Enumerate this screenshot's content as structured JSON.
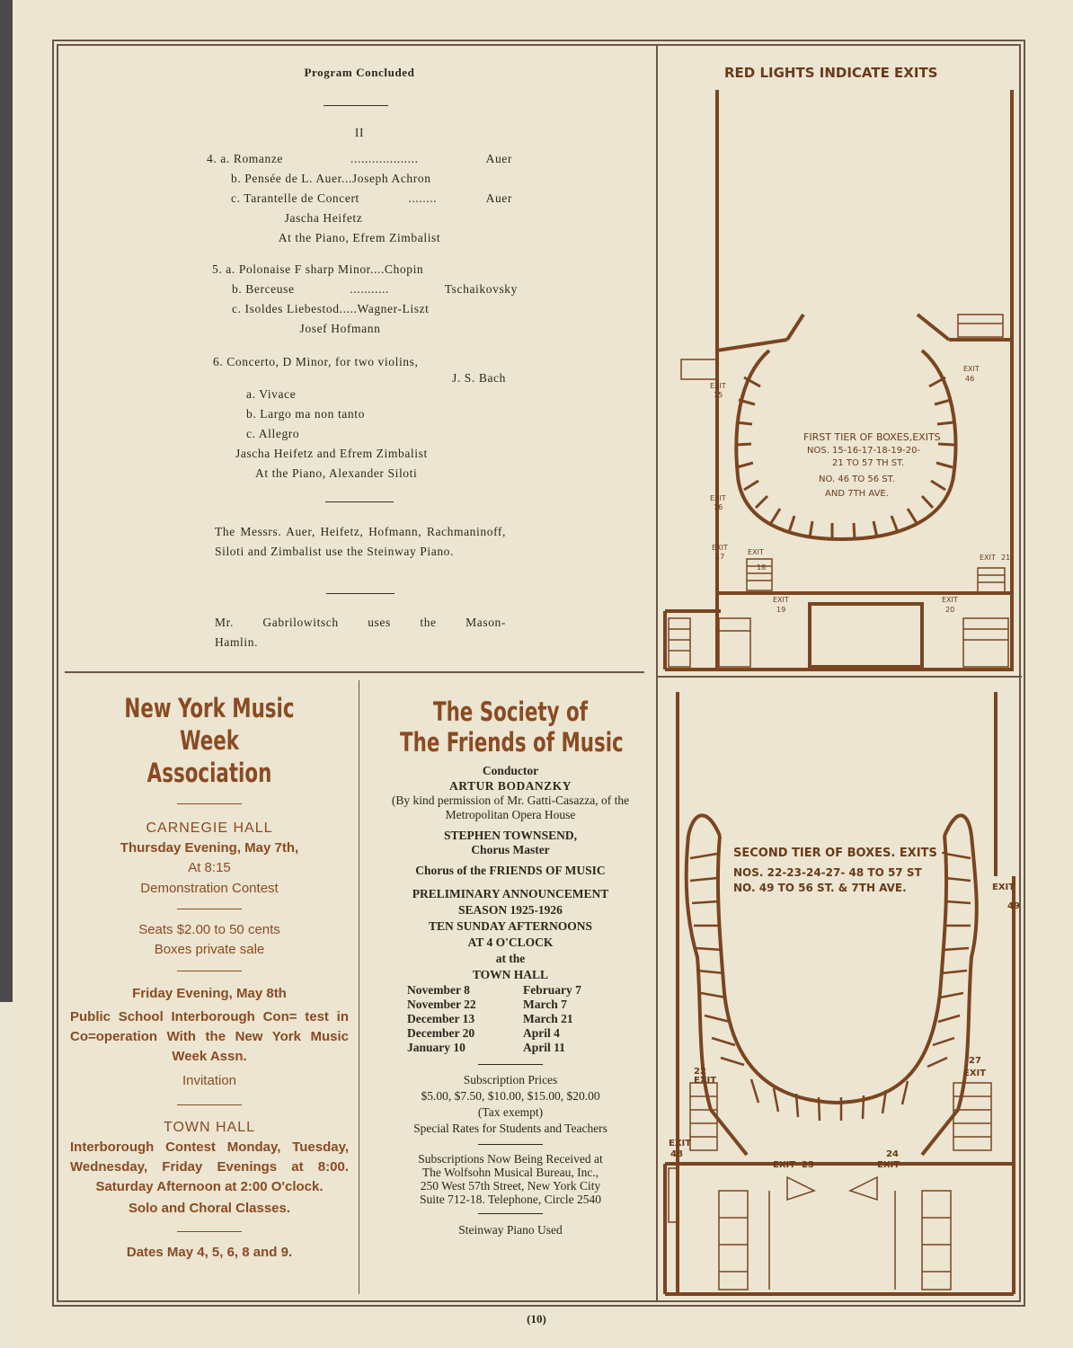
{
  "program": {
    "heading": "Program Concluded",
    "part": "II",
    "item4": {
      "a_left": "4. a. Romanze",
      "a_dots": "...................",
      "a_right": "Auer",
      "b": "b. Pensée de L. Auer...Joseph Achron",
      "c_left": "c. Tarantelle de Concert",
      "c_dots": "........",
      "c_right": "Auer",
      "performer": "Jascha Heifetz",
      "piano": "At the Piano, Efrem Zimbalist"
    },
    "item5": {
      "a": "5. a. Polonaise F sharp Minor....Chopin",
      "b_left": "b. Berceuse",
      "b_dots": "...........",
      "b_right": "Tschaikovsky",
      "c": "c. Isoldes Liebestod.....Wagner-Liszt",
      "performer": "Josef Hofmann"
    },
    "item6": {
      "title": "6. Concerto, D Minor, for two violins,",
      "composer": "J. S. Bach",
      "a": "a. Vivace",
      "b": "b. Largo ma non tanto",
      "c": "c. Allegro",
      "performers": "Jascha Heifetz and Efrem Zimbalist",
      "piano": "At the Piano, Alexander Siloti"
    },
    "note1": "The Messrs. Auer, Heifetz, Hofmann, Rachmaninoff, Siloti and Zimbalist use the Steinway Piano.",
    "note2": "Mr. Gabrilowitsch uses the Mason-Hamlin."
  },
  "music_week": {
    "title_line1": "New York Music Week",
    "title_line2": "Association",
    "venue1": "CARNEGIE HALL",
    "date1": "Thursday Evening, May 7th,",
    "time1": "At 8:15",
    "event1": "Demonstration Contest",
    "seats": "Seats $2.00 to 50 cents",
    "boxes": "Boxes private sale",
    "date2": "Friday Evening, May 8th",
    "event2": "Public School Interborough Con= test in Co=operation With the New York Music Week Assn.",
    "invitation": "Invitation",
    "venue2": "TOWN HALL",
    "event3": "Interborough Contest Monday, Tuesday, Wednesday, Friday Evenings at 8:00. Saturday Afternoon at 2:00 O'clock.",
    "classes": "Solo and Choral Classes.",
    "dates": "Dates May 4, 5, 6, 8 and 9."
  },
  "friends_of_music": {
    "title_line1": "The Society of",
    "title_line2": "The Friends of Music",
    "conductor_label": "Conductor",
    "conductor": "ARTUR BODANZKY",
    "permission": "(By kind permission of Mr. Gatti-Casazza, of the Metropolitan Opera House",
    "chorus_master": "STEPHEN TOWNSEND,",
    "chorus_master_title": "Chorus Master",
    "chorus": "Chorus of the FRIENDS OF MUSIC",
    "announce1": "PRELIMINARY ANNOUNCEMENT",
    "announce2": "SEASON 1925-1926",
    "announce3": "TEN SUNDAY AFTERNOONS",
    "announce4": "AT 4 O'CLOCK",
    "at_the": "at the",
    "venue": "TOWN HALL",
    "dates": [
      "November 8",
      "February 7",
      "November 22",
      "March 7",
      "December 13",
      "March 21",
      "December 20",
      "April 4",
      "January 10",
      "April 11"
    ],
    "prices_label": "Subscription Prices",
    "prices": "$5.00, $7.50, $10.00, $15.00, $20.00",
    "tax": "(Tax exempt)",
    "special": "Special Rates for Students and Teachers",
    "received": "Subscriptions Now Being Received at",
    "bureau": "The Wolfsohn Musical Bureau, Inc.,",
    "address": "250 West 57th Street, New York City",
    "suite": "Suite 712-18. Telephone, Circle 2540",
    "steinway": "Steinway Piano Used"
  },
  "plan1": {
    "header": "RED LIGHTS INDICATE EXITS",
    "tier_line1": "FIRST TIER OF BOXES,EXITS",
    "tier_line2": "NOS. 15-16-17-18-19-20-",
    "tier_line3": "21 TO 57 TH ST.",
    "tier_line4": "NO. 46 TO 56 ST.",
    "tier_line5": "AND 7TH AVE.",
    "exit_word": "EXIT",
    "exits": [
      "15",
      "16",
      "17",
      "18",
      "19",
      "20",
      "21",
      "46"
    ]
  },
  "plan2": {
    "tier_line1": "SECOND TIER OF BOXES. EXITS -",
    "tier_line2": "NOS. 22-23-24-27- 48 TO 57 ST",
    "tier_line3": "NO. 49 TO 56 ST. & 7TH AVE.",
    "exit_word": "EXIT",
    "exits": [
      "22",
      "23",
      "24",
      "27",
      "48",
      "49"
    ]
  },
  "page_number": "(10)"
}
